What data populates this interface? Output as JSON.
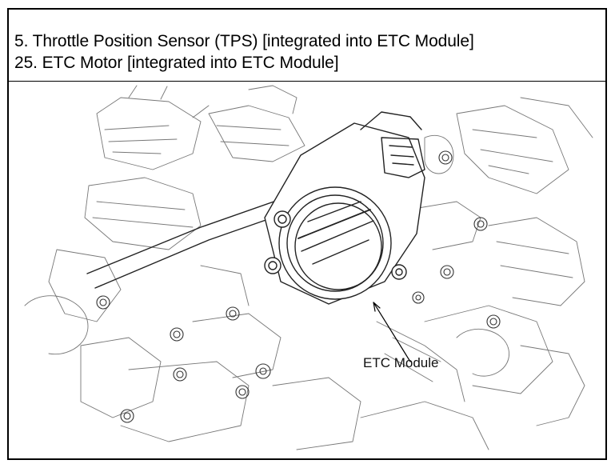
{
  "header": {
    "lines": [
      "5. Throttle Position Sensor (TPS) [integrated into ETC Module]",
      "25. ETC Motor [integrated into ETC Module]"
    ]
  },
  "figure": {
    "callout_label": "ETC Module"
  }
}
